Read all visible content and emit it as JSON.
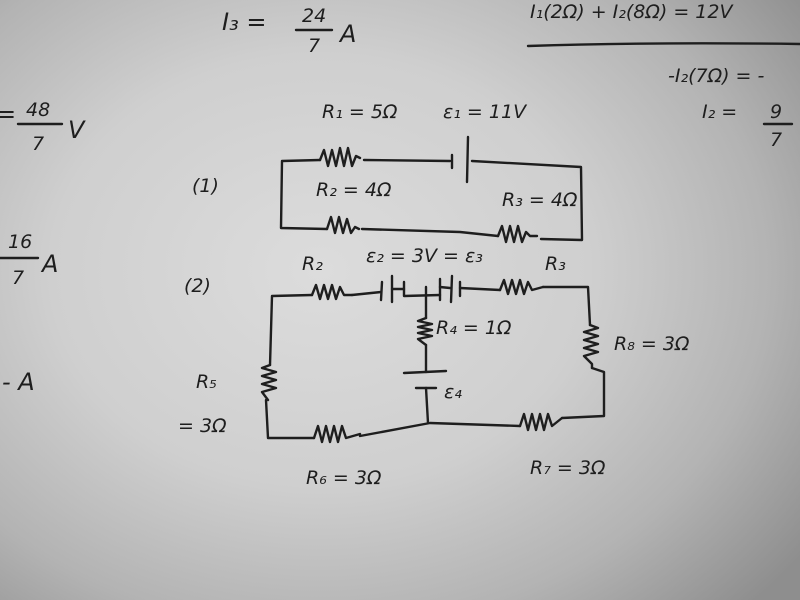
{
  "notes": {
    "i3_lhs": "I₃ =",
    "i3_num": "24",
    "i3_den": "7",
    "i3_unit": "A",
    "v_lhs": "=",
    "v_num": "48",
    "v_den": "7",
    "v_unit": "V",
    "a1_num": "16",
    "a1_den": "7",
    "a1_unit": "A",
    "a2": "- A",
    "eq1": "I₁(2Ω) + I₂(8Ω) = 12V",
    "eq2": "-I₂(7Ω) = -",
    "eq3_lhs": "I₂ =",
    "eq3_num": "9",
    "eq3_den": "7"
  },
  "circuit1": {
    "label": "(1)",
    "r1": "R₁ = 5Ω",
    "e1": "ε₁ = 11V",
    "r2": "R₂ = 4Ω",
    "r3": "R₃ = 4Ω"
  },
  "circuit2": {
    "label": "(2)",
    "r2": "R₂",
    "e23": "ε₂ = 3V = ε₃",
    "r3": "R₃",
    "r4": "R₄ = 1Ω",
    "e4": "ε₄",
    "r8": "R₈ = 3Ω",
    "r5": "R₅",
    "r5_val": "= 3Ω",
    "r6": "R₆ = 3Ω",
    "r7": "R₇ = 3Ω"
  }
}
